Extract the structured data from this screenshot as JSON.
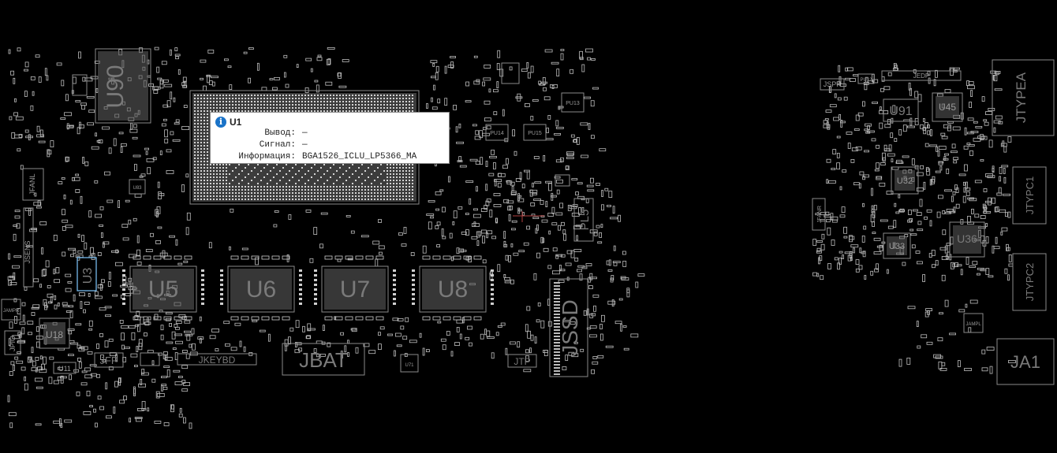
{
  "tooltip": {
    "title": "U1",
    "rows": [
      {
        "key": "Вывод:",
        "value": "—"
      },
      {
        "key": "Сигнал:",
        "value": "—"
      },
      {
        "key": "Информация:",
        "value": "BGA1526_ICLU_LP5366_MA"
      }
    ]
  },
  "labels": {
    "u90": "U90",
    "u5": "U5",
    "u6": "U6",
    "u7": "U7",
    "u8": "U8",
    "u3": "U3",
    "u18": "U18",
    "u11": "U11",
    "jfp": "JFP",
    "jkeybd": "JKEYBD",
    "jbat": "JBAT",
    "jtp": "JTP",
    "jssd": "JSSD",
    "pl5": "PL5",
    "jfanl": "JFANL",
    "jsens": "JSENS",
    "jampr": "JAMPR",
    "jpio": "JPIO",
    "u71": "U71",
    "u83": "U83",
    "pu13": "PU13",
    "pu14": "PU14",
    "pu15": "PU15",
    "jspk": "JSPK",
    "pu12": "PU12",
    "jedp": "JEDP",
    "u91": "U91",
    "u45": "U45",
    "jtypea": "JTYPEA",
    "u32": "U32",
    "jtypc1": "JTYPC1",
    "jfanr": "JFANR",
    "u33": "U33",
    "u36": "U36",
    "jtypc2": "JTYPC2",
    "jampl": "JAMPL",
    "ja1": "JA1"
  },
  "colors": {
    "background": "#000000",
    "outline": "#8a8a8a",
    "pad": "#cfcfcf",
    "selection": "#7ec8ff",
    "info": "#1a73c8"
  }
}
